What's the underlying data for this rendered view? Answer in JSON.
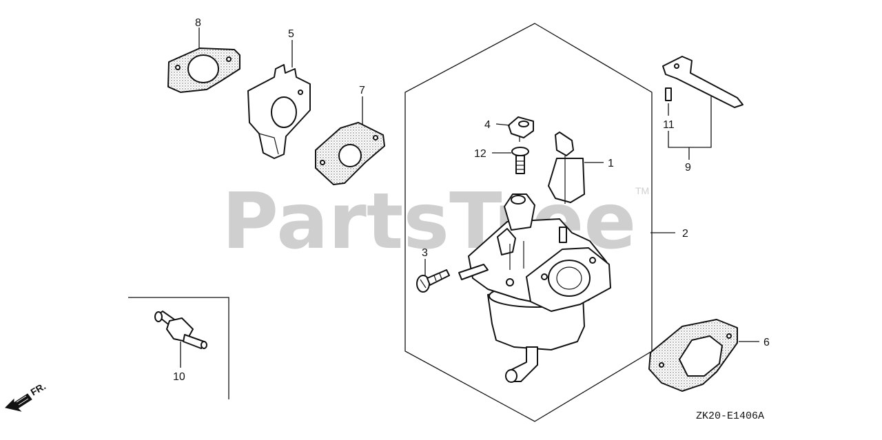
{
  "watermark": {
    "text": "PartsTree",
    "trademark": "TM"
  },
  "diagram_code": "ZK20-E1406A",
  "direction_label": "FR.",
  "callouts": {
    "c1": "1",
    "c2": "2",
    "c3": "3",
    "c4": "4",
    "c5": "5",
    "c6": "6",
    "c7": "7",
    "c8": "8",
    "c9": "9",
    "c10": "10",
    "c11": "11",
    "c12": "12"
  }
}
